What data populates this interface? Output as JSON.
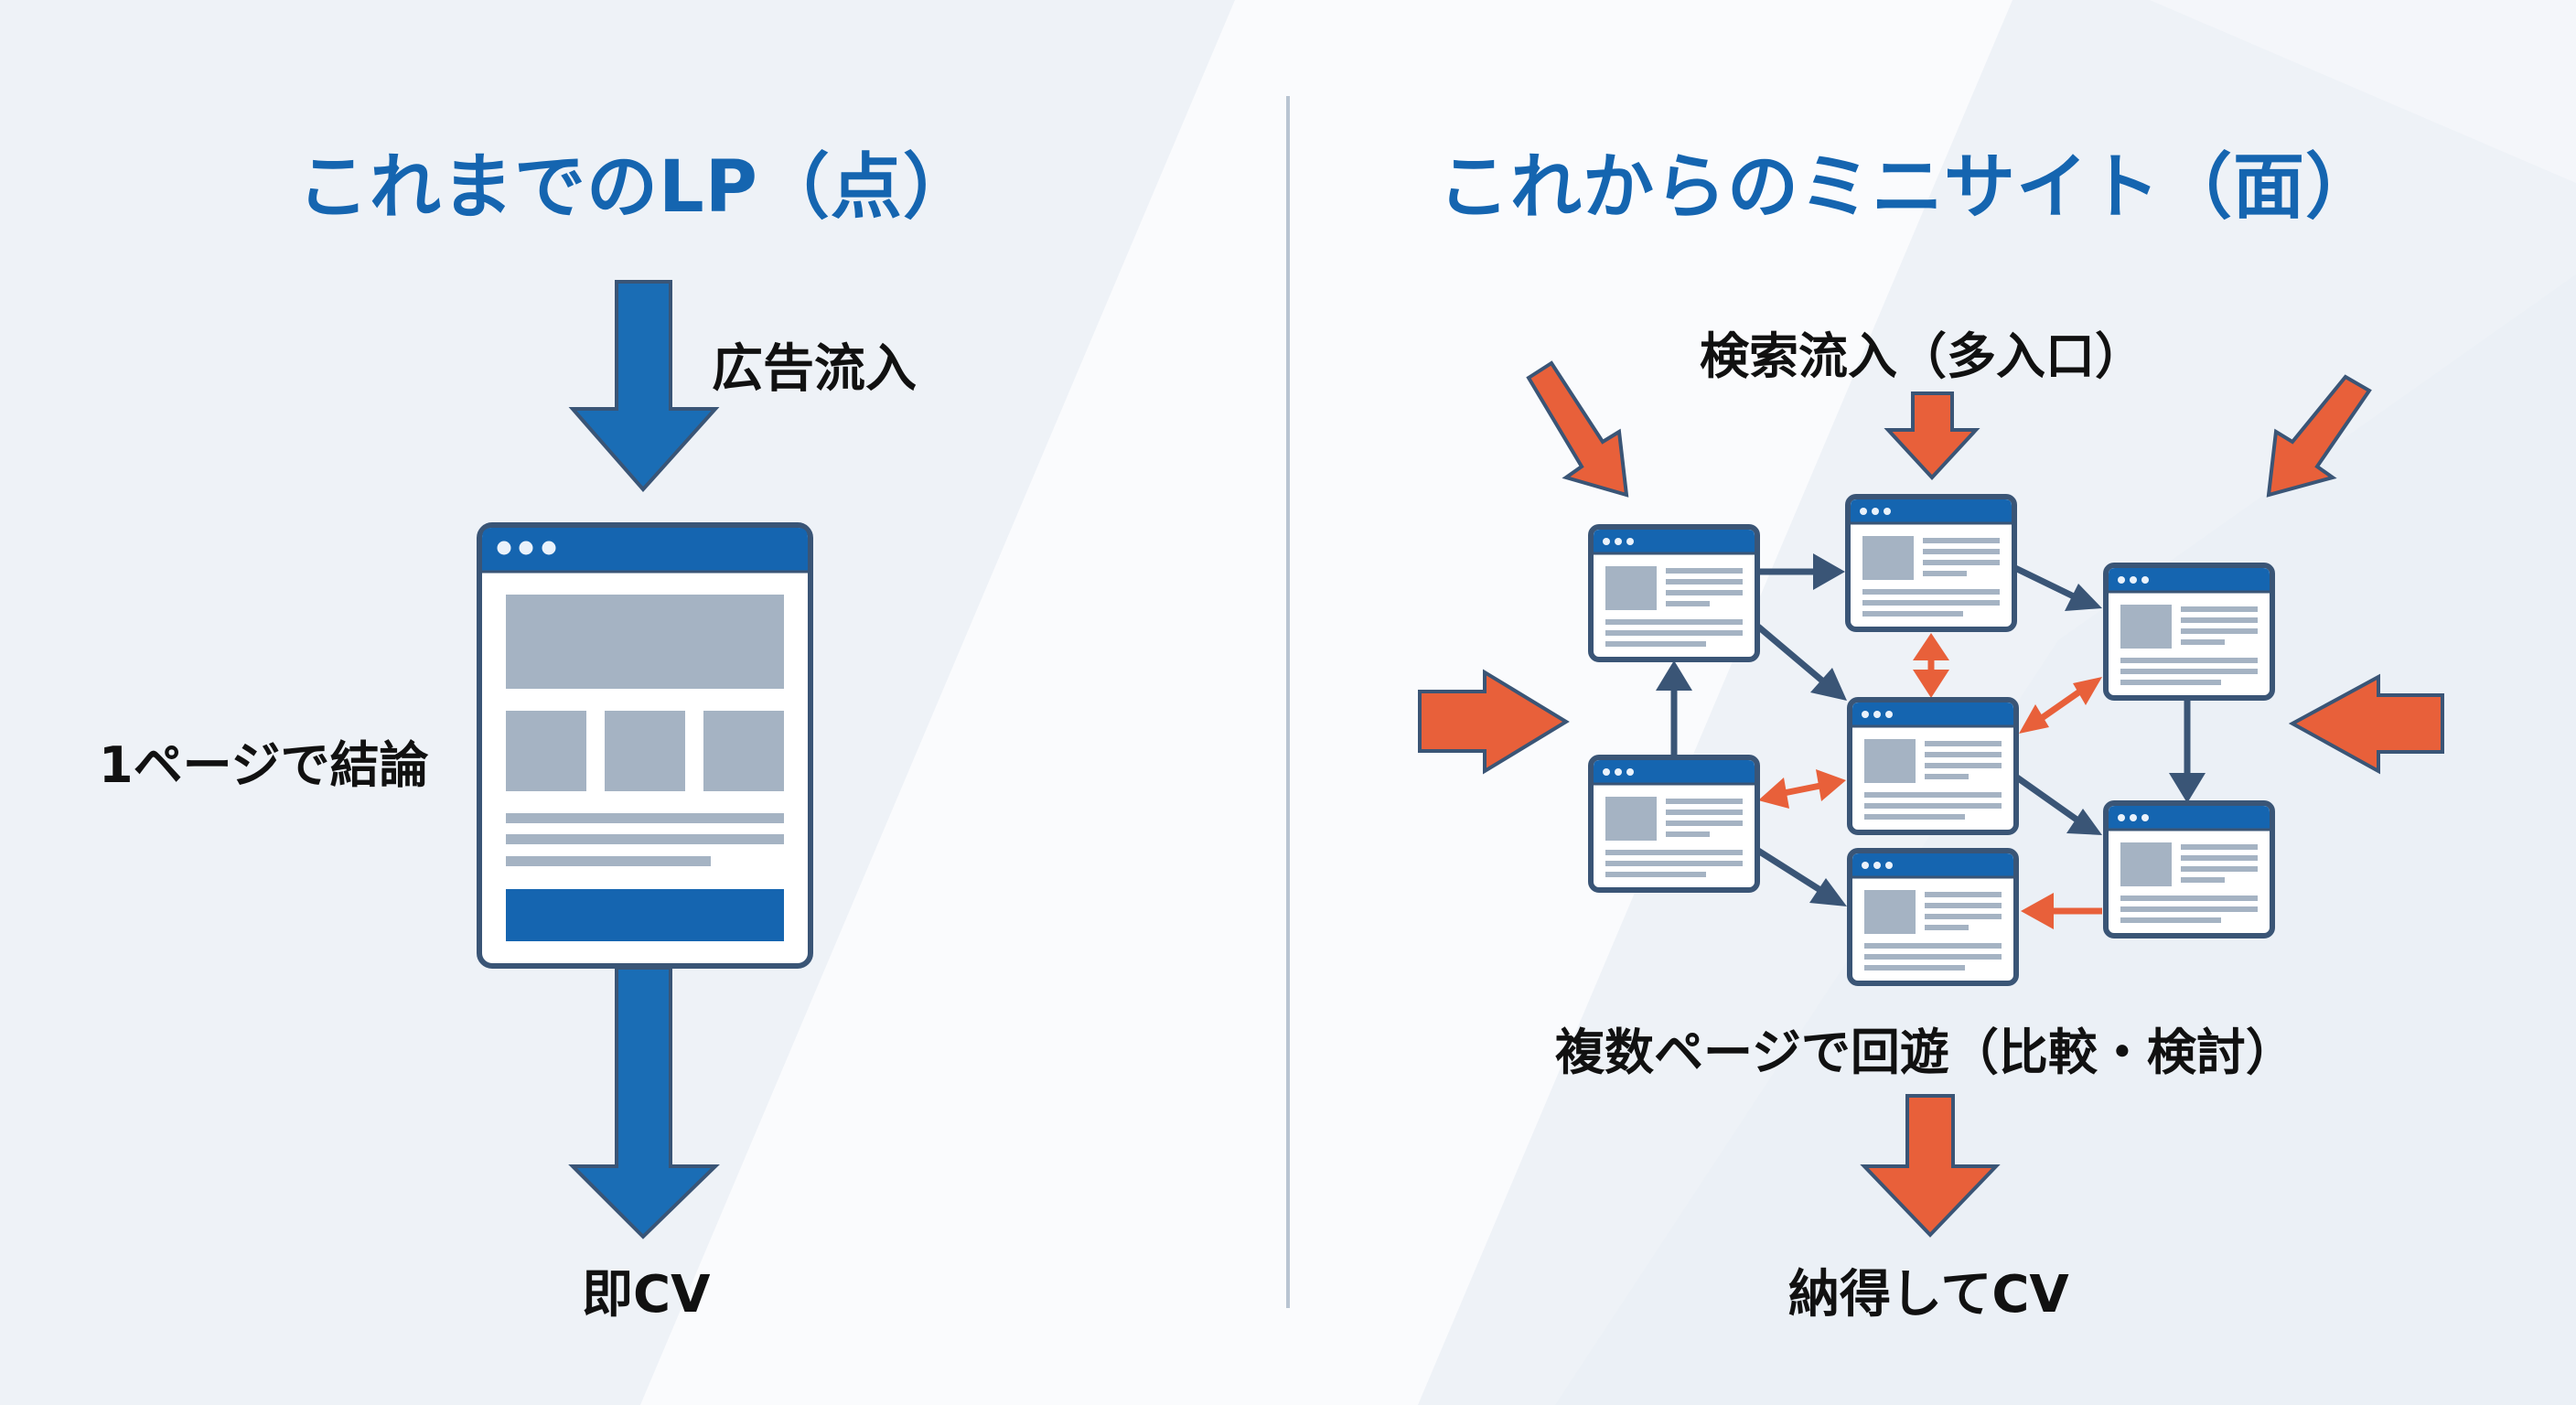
{
  "colors": {
    "title_blue": "#1565b0",
    "arrow_blue": "#1a6db5",
    "outline_navy": "#3a5576",
    "accent_orange": "#e8603a",
    "placeholder_gray": "#a5b3c3",
    "window_header": "#1565b0",
    "divider": "#b8c4d2"
  },
  "left_panel": {
    "title": "これまでのLP（点）",
    "inflow_label": "広告流入",
    "side_label": "1ページで結論",
    "result_label": "即CV",
    "window_icon": "browser-window-icon",
    "flow_icon": "arrow-down-icon"
  },
  "right_panel": {
    "title": "これからのミニサイト（面）",
    "inflow_label": "検索流入（多入口）",
    "circulation_label": "複数ページで回遊（比較・検討）",
    "result_label": "納得してCV",
    "page_count": 7,
    "inflow_arrow_count": 5,
    "window_icon": "browser-window-icon",
    "inflow_icon": "arrow-icon-orange",
    "link_icon": "arrow-icon-navy",
    "bidirectional_icon": "double-arrow-icon-orange"
  }
}
